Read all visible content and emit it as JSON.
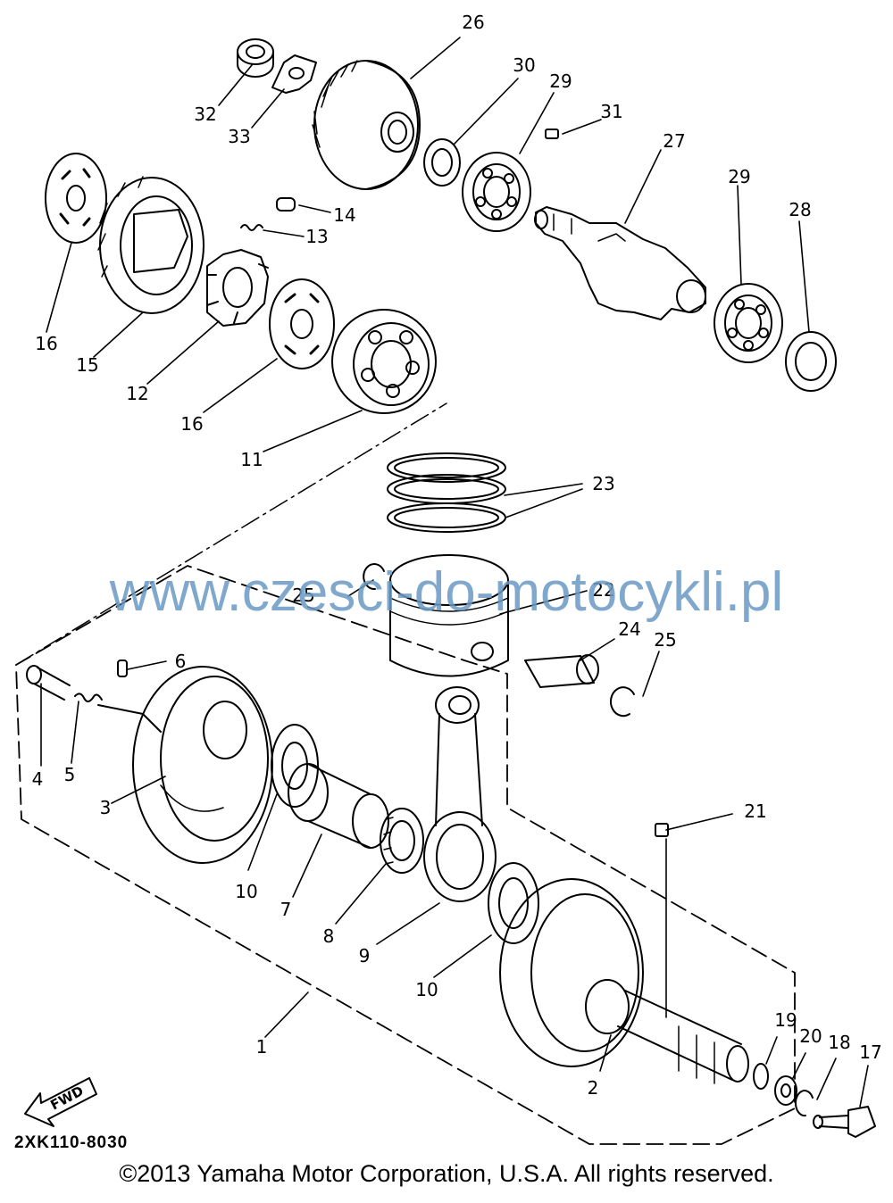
{
  "diagram": {
    "doc_code": "2XK110-8030",
    "copyright": "©2013 Yamaha Motor Corporation, U.S.A. All rights reserved.",
    "watermark": "www.czesci-do-motocykli.pl",
    "fwd_label": "FWD",
    "callouts": [
      {
        "id": "c1",
        "label": "1"
      },
      {
        "id": "c2",
        "label": "2"
      },
      {
        "id": "c3",
        "label": "3"
      },
      {
        "id": "c4",
        "label": "4"
      },
      {
        "id": "c5",
        "label": "5"
      },
      {
        "id": "c6",
        "label": "6"
      },
      {
        "id": "c7",
        "label": "7"
      },
      {
        "id": "c8",
        "label": "8"
      },
      {
        "id": "c9",
        "label": "9"
      },
      {
        "id": "c10a",
        "label": "10"
      },
      {
        "id": "c10b",
        "label": "10"
      },
      {
        "id": "c11",
        "label": "11"
      },
      {
        "id": "c12",
        "label": "12"
      },
      {
        "id": "c13",
        "label": "13"
      },
      {
        "id": "c14",
        "label": "14"
      },
      {
        "id": "c15",
        "label": "15"
      },
      {
        "id": "c16a",
        "label": "16"
      },
      {
        "id": "c16b",
        "label": "16"
      },
      {
        "id": "c17",
        "label": "17"
      },
      {
        "id": "c18",
        "label": "18"
      },
      {
        "id": "c19",
        "label": "19"
      },
      {
        "id": "c20",
        "label": "20"
      },
      {
        "id": "c21",
        "label": "21"
      },
      {
        "id": "c22",
        "label": "22"
      },
      {
        "id": "c23",
        "label": "23"
      },
      {
        "id": "c24",
        "label": "24"
      },
      {
        "id": "c25a",
        "label": "25"
      },
      {
        "id": "c25b",
        "label": "25"
      },
      {
        "id": "c26",
        "label": "26"
      },
      {
        "id": "c27",
        "label": "27"
      },
      {
        "id": "c28",
        "label": "28"
      },
      {
        "id": "c29a",
        "label": "29"
      },
      {
        "id": "c29b",
        "label": "29"
      },
      {
        "id": "c30",
        "label": "30"
      },
      {
        "id": "c31",
        "label": "31"
      },
      {
        "id": "c32",
        "label": "32"
      },
      {
        "id": "c33",
        "label": "33"
      }
    ]
  }
}
